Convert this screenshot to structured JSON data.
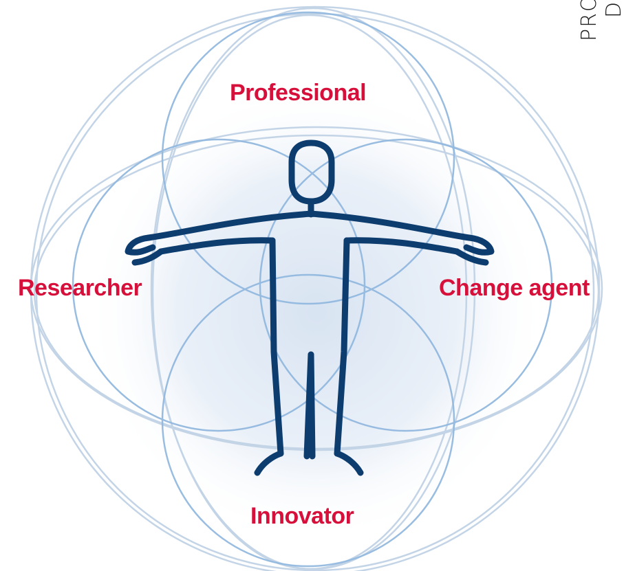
{
  "labels": {
    "top": "Professional",
    "left": "Researcher",
    "right": "Change agent",
    "bottom": "Innovator"
  },
  "corner_text": {
    "line1": "PRO",
    "line2": "D"
  },
  "colors": {
    "label": "#d6103a",
    "figure": "#0d3c6e",
    "petal_stroke": "#8fb6de",
    "outer_stroke": "#c2d3e6",
    "glow_center": "#d9e4f2"
  },
  "icons": {
    "figure": "human-figure-icon"
  }
}
